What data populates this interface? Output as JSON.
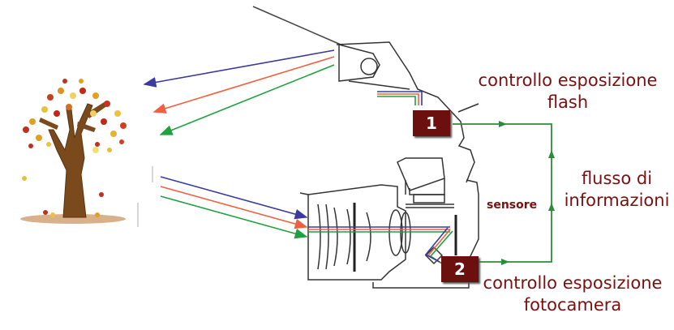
{
  "labels": {
    "flash_control": [
      "controllo esposizione",
      "flash"
    ],
    "info_flow": [
      "flusso di",
      "informazioni"
    ],
    "sensor": "sensore",
    "camera_control": [
      "controllo esposizione",
      "fotocamera"
    ]
  },
  "badges": {
    "flash": "1",
    "camera": "2"
  },
  "colors": {
    "label_text": "#7a1010",
    "badge_bg": "#6b0f0f",
    "ray_blue": "#3a3aa0",
    "ray_red": "#f06040",
    "ray_green": "#20a040",
    "signal_green": "#2e8b3a",
    "trunk": "#7a4a1c"
  },
  "icons": {
    "tree": "autumn-tree-icon",
    "camera": "slr-camera-cross-section",
    "flash": "flash-unit-icon"
  }
}
